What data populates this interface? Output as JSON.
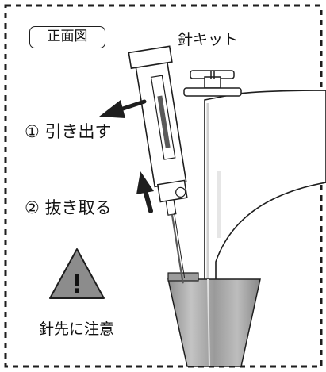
{
  "diagram": {
    "view_tag": "正面図",
    "title": "針キット",
    "step1": "① 引き出す",
    "step2": "② 抜き取る",
    "caution": "針先に注意",
    "warning_symbol": "!"
  },
  "colors": {
    "stroke": "#1e1e1e",
    "arrow": "#1e1e1e",
    "machine_gray": "#a8a8a8"
  },
  "icons": [
    "warning-triangle-icon",
    "pull-out-arrow-icon",
    "remove-arrow-icon"
  ]
}
